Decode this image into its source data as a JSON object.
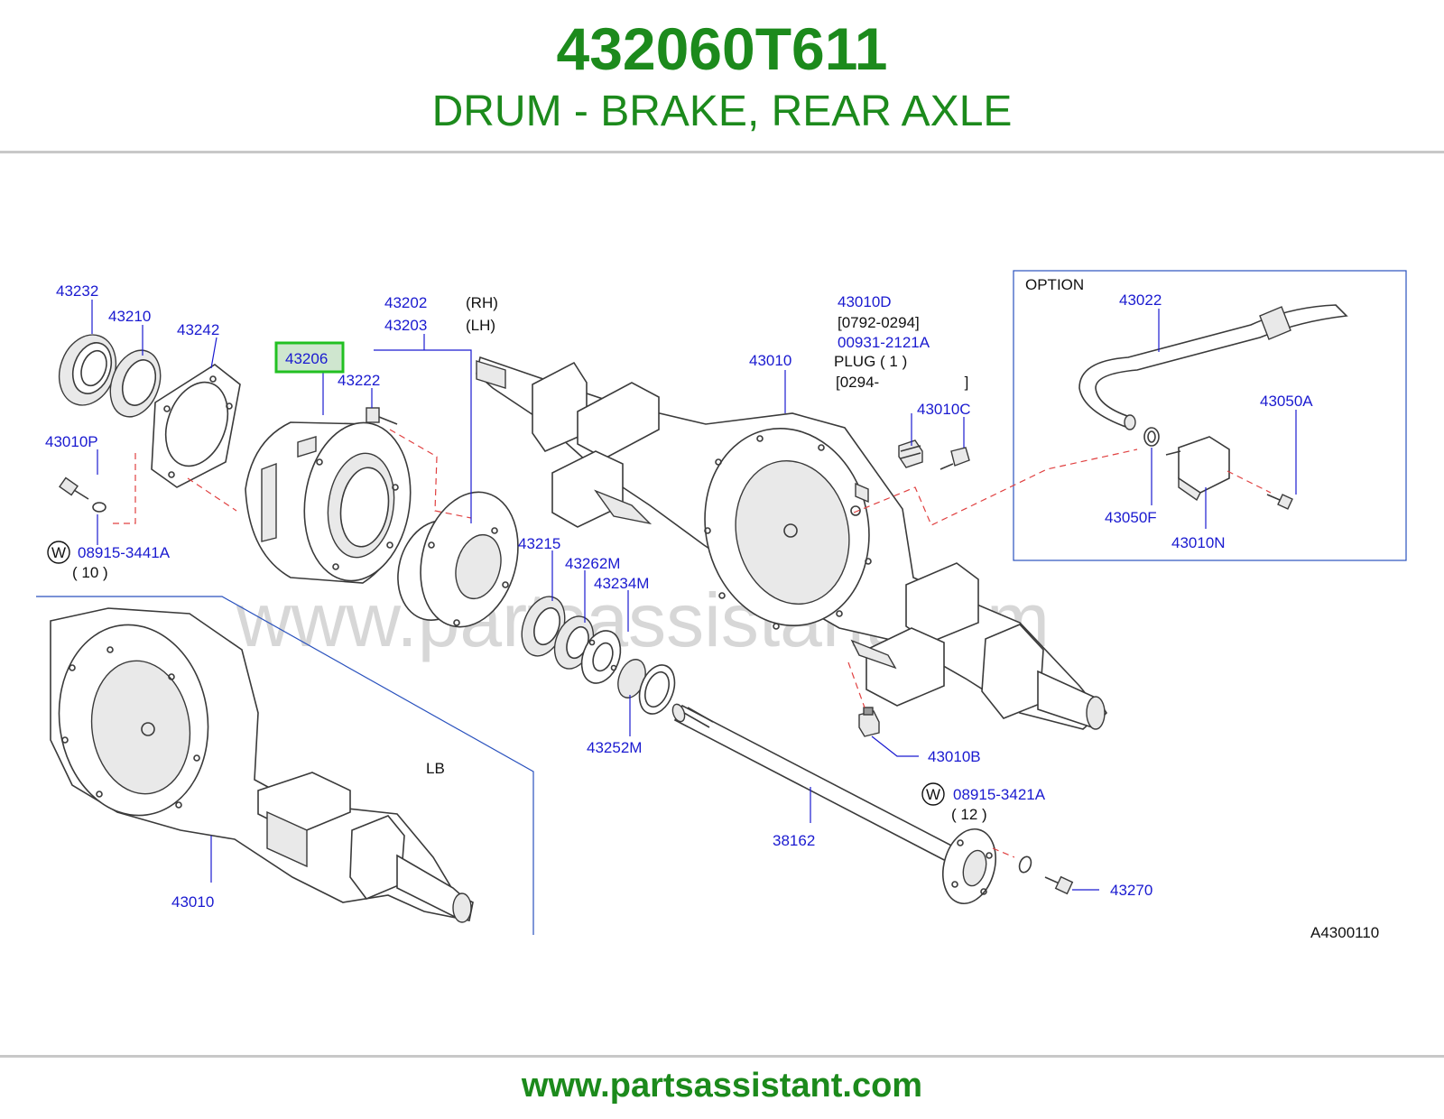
{
  "header": {
    "title": "432060T611",
    "subtitle": "DRUM - BRAKE, REAR AXLE"
  },
  "footer": {
    "url": "www.partsassistant.com"
  },
  "watermark": "www.partsassistant.com",
  "colors": {
    "brand_green": "#1c8a1c",
    "part_blue": "#1a1ad0",
    "highlight_green": "#22c022",
    "highlight_fill": "#cfe6cf",
    "dash_red": "#e04040"
  },
  "labels": {
    "p43232": "43232",
    "p43210": "43210",
    "p43242": "43242",
    "p43206": "43206",
    "p43222": "43222",
    "p43202": "43202",
    "rh": "(RH)",
    "p43203": "43203",
    "lh": "(LH)",
    "p43010p": "43010P",
    "w_left": "W",
    "p08915_3441a": "08915-3441A",
    "qty10": "( 10 )",
    "p43215": "43215",
    "p43262m": "43262M",
    "p43234m": "43234M",
    "p43252m": "43252M",
    "p43010d": "43010D",
    "range1": "[0792-0294]",
    "p00931_2121a": "00931-2121A",
    "plug": "PLUG ( 1 )",
    "range2": "[0294-                    ]",
    "p43010_top": "43010",
    "p43010c": "43010C",
    "option": "OPTION",
    "p43022": "43022",
    "p43050a": "43050A",
    "p43050f": "43050F",
    "p43010n": "43010N",
    "p43010b": "43010B",
    "w_right": "W",
    "p08915_3421a": "08915-3421A",
    "qty12": "( 12 )",
    "p38162": "38162",
    "p43270": "43270",
    "lb": "LB",
    "p43010_bottom": "43010",
    "diagram_code": "A4300110"
  },
  "highlighted_part": "43206"
}
